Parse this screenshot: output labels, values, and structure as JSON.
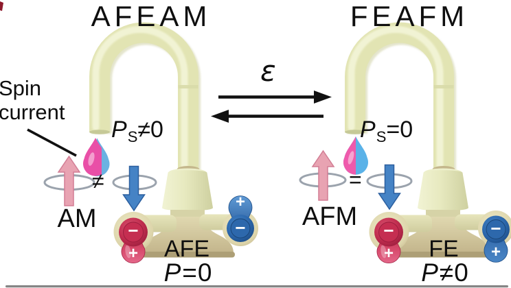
{
  "figure": {
    "transition_symbol": "ε"
  },
  "left": {
    "title": "AFEAM",
    "spin_line1": "Spin",
    "spin_line2": "current",
    "ps_symbol": "P",
    "ps_sub": "S",
    "ps_relation": "≠",
    "ps_value": "0",
    "compare": "≠",
    "order_label": "AM",
    "phase_label": "AFE",
    "p_symbol": "P",
    "p_relation": "=",
    "p_value": "0",
    "handles": {
      "red_hub": "−",
      "red_lever": "+",
      "blue_hub": "−",
      "blue_lever": "+"
    }
  },
  "right": {
    "title": "FEAFM",
    "ps_symbol": "P",
    "ps_sub": "S",
    "ps_relation": "=",
    "ps_value": "0",
    "compare": "=",
    "order_label": "AFM",
    "phase_label": "FE",
    "p_symbol": "P",
    "p_relation": "≠",
    "p_value": "0",
    "handles": {
      "red_hub": "−",
      "red_lever": "+",
      "blue_hub": "−",
      "blue_lever": "+"
    }
  },
  "colors": {
    "faucet_cream": "#e2e4b3",
    "handle_red": "#c22e50",
    "handle_blue": "#2d69ae",
    "droplet_pink": "#e94fa7",
    "droplet_blue": "#6ab2e2",
    "arrow_pink": "#e8a3b2",
    "arrow_blue": "#4583c5",
    "orbit_ring": "#9ba3ad"
  }
}
